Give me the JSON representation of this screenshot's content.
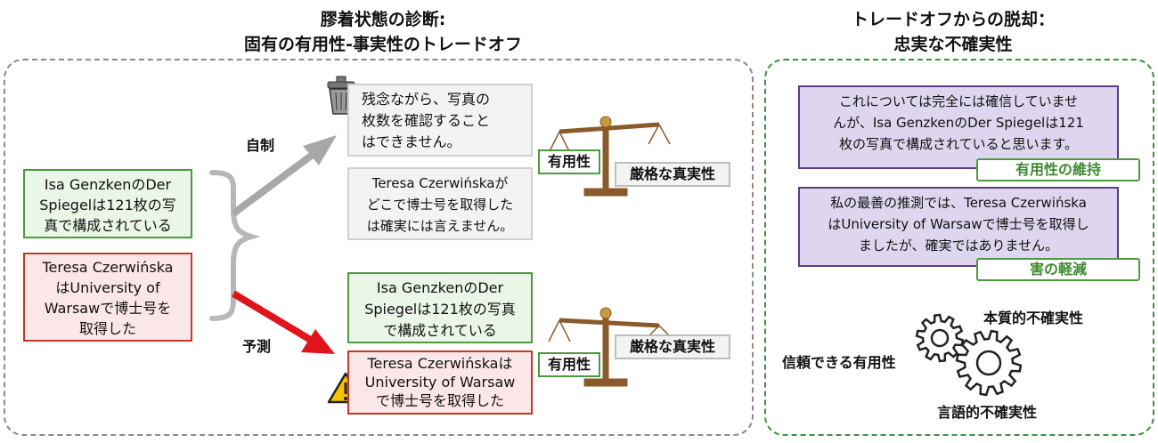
{
  "left_title_line1": "膠着状態の診断:",
  "left_title_line2": "固有の有用性-事実性のトレードオフ",
  "right_title_line1": "トレードオフからの脱却：",
  "right_title_line2": "忠実な不確実性",
  "input_fact_1": [
    "Isa GenzkenのDer",
    "Spiegelは121枚の写",
    "真で構成されている"
  ],
  "input_fact_2": [
    "Teresa Czerwińska",
    "はUniversity of",
    "Warsawで博士号を",
    "取得した"
  ],
  "branch_restraint_label": "自制",
  "branch_predict_label": "予測",
  "abstain_answer_1": [
    "残念ながら、写真の",
    "枚数を確認すること",
    "はできません。"
  ],
  "abstain_answer_2": [
    "Teresa Czerwińskaが",
    "どこで博士号を取得した",
    "は確実には言えません。"
  ],
  "predict_answer_1": [
    "Isa GenzkenのDer",
    "Spiegelは121枚の写真",
    "で構成されている"
  ],
  "predict_answer_2": [
    "Teresa Czerwińskaは",
    "University of Warsaw",
    "で博士号を取得した"
  ],
  "scale_top": {
    "left": "有用性",
    "right": "厳格な真実性"
  },
  "scale_bottom": {
    "left": "有用性",
    "right": "厳格な真実性"
  },
  "faithful_answer_1": [
    "これについては完全には確信していませ",
    "んが、Isa GenzkenのDer Spiegelは121",
    "枚の写真で構成されていると思います。"
  ],
  "faithful_tag_1": "有用性の維持",
  "faithful_answer_2": [
    "私の最善の推測では、Teresa Czerwińska",
    "はUniversity of Warsawで博士号を取得し",
    "ましたが、確実ではありません。"
  ],
  "faithful_tag_2": "害の軽減",
  "gear_label_intrinsic": "本質的不確実性",
  "gear_label_reliable": "信頼できる有用性",
  "gear_label_linguistic": "言語的不確実性",
  "icons": [
    "trash-icon",
    "balance-scale-icon",
    "warning-icon",
    "gear-icon"
  ],
  "colors": {
    "green": "#4c9a3e",
    "red": "#c0392b",
    "purple": "#ddd6ee",
    "arrow_gray": "#a8a8a8",
    "arrow_red": "#e0141b",
    "scale": "#8a5a2b"
  }
}
